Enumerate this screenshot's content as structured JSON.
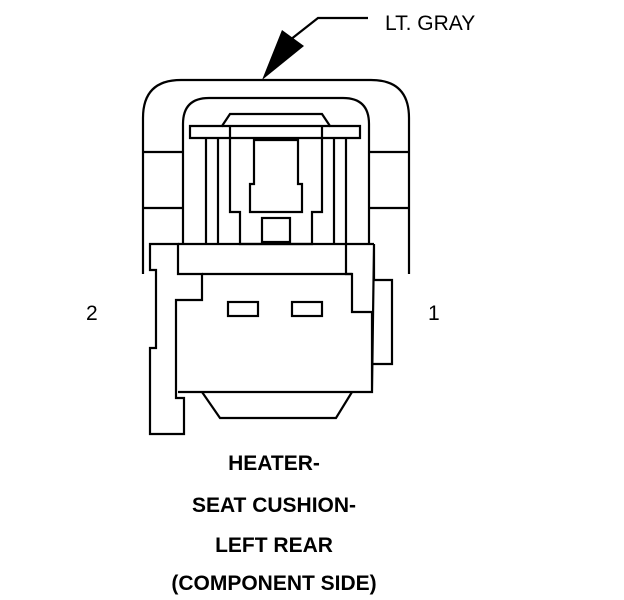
{
  "wire_color_label": "LT. GRAY",
  "pins": {
    "left": "2",
    "right": "1"
  },
  "caption": {
    "line1": "HEATER-",
    "line2": "SEAT CUSHION-",
    "line3": "LEFT REAR",
    "line4": "(COMPONENT SIDE)"
  }
}
